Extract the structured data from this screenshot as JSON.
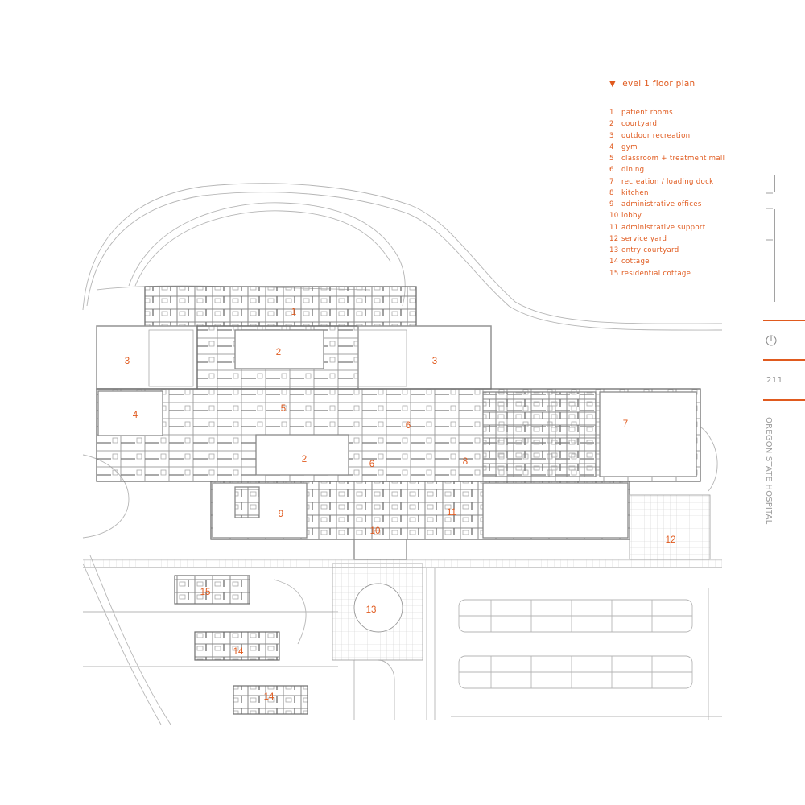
{
  "legend": {
    "title": "level 1 floor plan",
    "items": [
      {
        "num": "1",
        "label": "patient rooms"
      },
      {
        "num": "2",
        "label": "courtyard"
      },
      {
        "num": "3",
        "label": "outdoor recreation"
      },
      {
        "num": "4",
        "label": "gym"
      },
      {
        "num": "5",
        "label": "classroom + treatment mall"
      },
      {
        "num": "6",
        "label": "dining"
      },
      {
        "num": "7",
        "label": "recreation / loading dock"
      },
      {
        "num": "8",
        "label": "kitchen"
      },
      {
        "num": "9",
        "label": "administrative offices"
      },
      {
        "num": "10",
        "label": "lobby"
      },
      {
        "num": "11",
        "label": "administrative support"
      },
      {
        "num": "12",
        "label": "service yard"
      },
      {
        "num": "13",
        "label": "entry courtyard"
      },
      {
        "num": "14",
        "label": "cottage"
      },
      {
        "num": "15",
        "label": "residential cottage"
      }
    ]
  },
  "page_number": "211",
  "running_title": "OREGON STATE HOSPITAL",
  "plan_labels": [
    "1",
    "2",
    "3",
    "3",
    "4",
    "5",
    "2",
    "6",
    "6",
    "8",
    "7",
    "9",
    "10",
    "11",
    "12",
    "13",
    "15",
    "14",
    "14"
  ],
  "colors": {
    "accent": "#e05a1e",
    "linework": "#777777",
    "text_gray": "#999999"
  }
}
